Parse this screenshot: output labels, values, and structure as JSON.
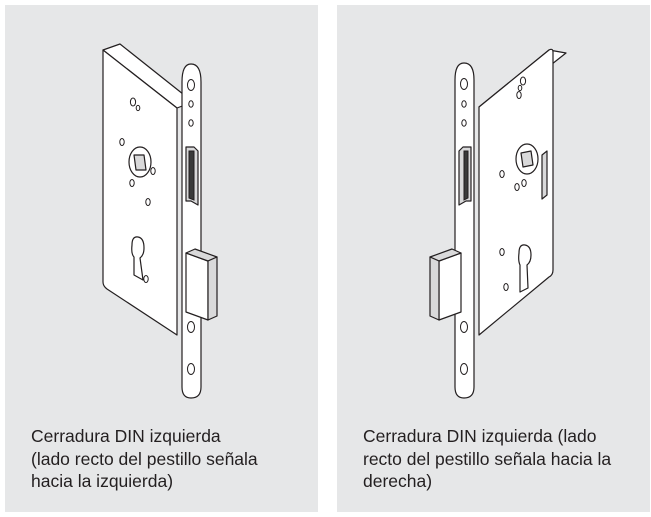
{
  "panels": [
    {
      "lock_orientation": "left",
      "caption": [
        "Cerradura DIN izquierda",
        "(lado recto del pestillo señala",
        "hacia la izquierda)"
      ]
    },
    {
      "lock_orientation": "right",
      "caption": [
        "Cerradura DIN izquierda (lado",
        "recto del pestillo señala hacia la",
        "derecha)"
      ]
    }
  ],
  "colors": {
    "panel_background": "#e6e7e8",
    "line": "#231f20",
    "shade": "#d9d9da"
  }
}
